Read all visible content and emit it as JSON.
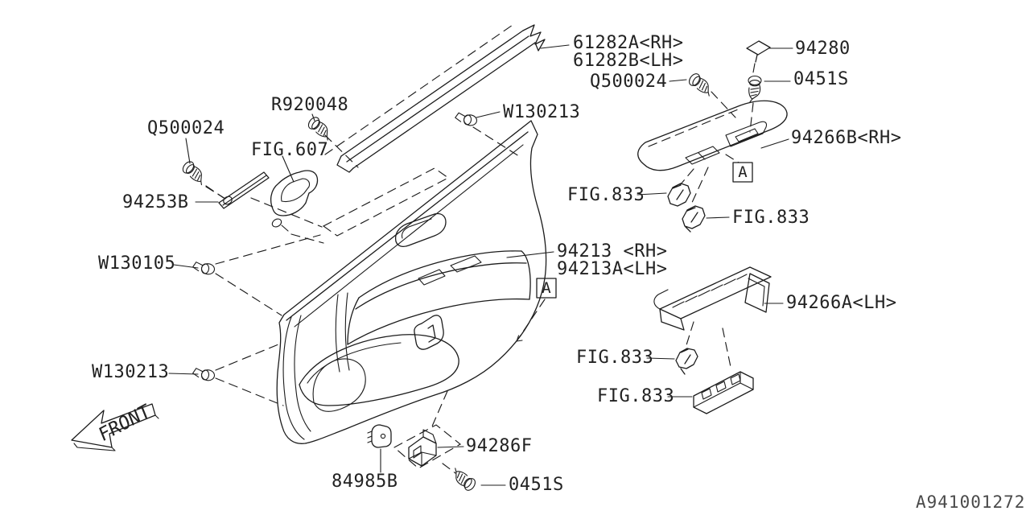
{
  "diagram": {
    "id": "A941001272",
    "front_label": "FRONT",
    "section_marker": "A",
    "background": "#ffffff",
    "line_color": "#1c1c1c"
  },
  "labels": {
    "weatherstrip_rh": "61282A<RH>",
    "weatherstrip_lh": "61282B<LH>",
    "clip_94280": "94280",
    "screw_0451s_top": "0451S",
    "screw_q500024_right": "Q500024",
    "screw_q500024_left": "Q500024",
    "screw_r920048": "R920048",
    "clip_w130213_top": "W130213",
    "fig_607": "FIG.607",
    "panel_94266b": "94266B<RH>",
    "clip_94253b": "94253B",
    "fig_833_a": "FIG.833",
    "fig_833_b": "FIG.833",
    "clip_w130105": "W130105",
    "trim_94213_rh": "94213 <RH>",
    "trim_94213_lh": "94213A<LH>",
    "panel_94266a": "94266A<LH>",
    "fig_833_c": "FIG.833",
    "fig_833_d": "FIG.833",
    "clip_w130213_bottom": "W130213",
    "bracket_94286f": "94286F",
    "clip_84985b": "84985B",
    "screw_0451s_bottom": "0451S"
  }
}
